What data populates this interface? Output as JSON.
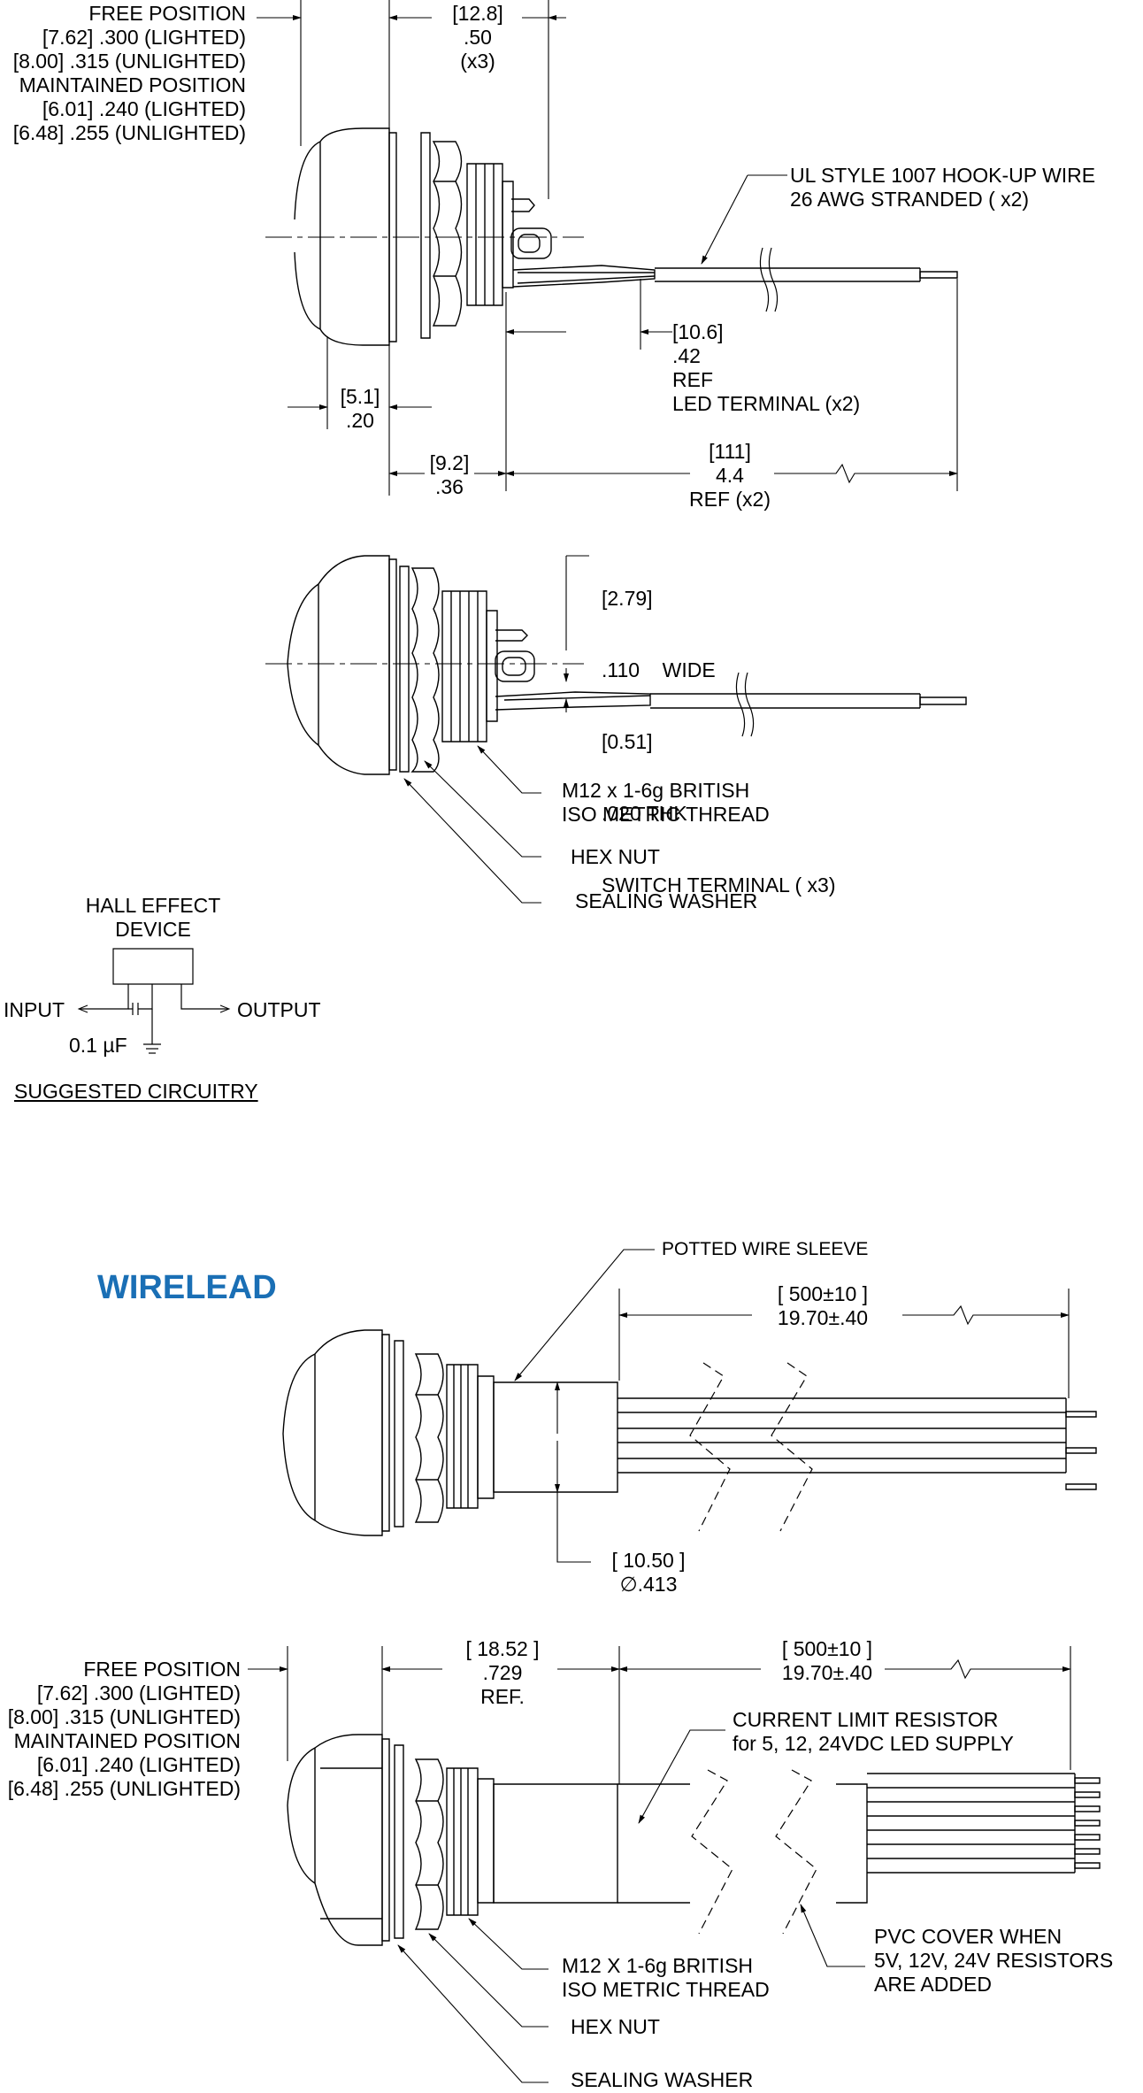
{
  "view1": {
    "free_position": [
      "FREE POSITION",
      "[7.62] .300 (LIGHTED)",
      "[8.00] .315 (UNLIGHTED)",
      "MAINTAINED POSITION",
      "[6.01] .240 (LIGHTED)",
      "[6.48] .255 (UNLIGHTED)"
    ],
    "dim_12_8": [
      "[12.8]",
      ".50",
      "(x3)"
    ],
    "hookup_wire": [
      "UL STYLE 1007 HOOK-UP WIRE",
      "26 AWG STRANDED ( x2)"
    ],
    "dim_10_6": [
      "[10.6]",
      ".42",
      "REF",
      "LED TERMINAL (x2)"
    ],
    "dim_5_1": [
      "[5.1]",
      ".20"
    ],
    "dim_9_2": [
      "[9.2]",
      ".36"
    ],
    "dim_111": [
      "[111]",
      "4.4",
      "REF (x2)"
    ]
  },
  "view2": {
    "switch_terminal": [
      "[2.79]",
      ".110    WIDE",
      "[0.51]",
      ".020 THK",
      "SWITCH TERMINAL ( x3)"
    ],
    "thread": [
      "M12 x 1-6g BRITISH",
      "ISO METRIC THREAD"
    ],
    "hex_nut": "HEX NUT",
    "sealing_washer": "SEALING WASHER"
  },
  "circuit": {
    "device": [
      "HALL EFFECT",
      "DEVICE"
    ],
    "input": "INPUT",
    "output": "OUTPUT",
    "cap": "0.1 µF",
    "caption": "SUGGESTED CIRCUITRY"
  },
  "wirelead": {
    "title": "WIRELEAD",
    "color": "#1a6fb5",
    "potted": "POTTED WIRE SLEEVE",
    "dim_500": [
      "[ 500±10 ]",
      "19.70±.40"
    ],
    "dim_10_50": [
      "[ 10.50 ]",
      "∅.413"
    ]
  },
  "view4": {
    "free_position": [
      "FREE POSITION",
      "[7.62] .300 (LIGHTED)",
      "[8.00] .315 (UNLIGHTED)",
      "MAINTAINED POSITION",
      "[6.01] .240 (LIGHTED)",
      "[6.48] .255 (UNLIGHTED)"
    ],
    "dim_18_52": [
      "[ 18.52 ]",
      ".729",
      "REF."
    ],
    "dim_500": [
      "[ 500±10 ]",
      "19.70±.40"
    ],
    "resistor": [
      "CURRENT LIMIT RESISTOR",
      "for 5, 12, 24VDC LED SUPPLY"
    ],
    "pvc": [
      "PVC COVER WHEN",
      "5V, 12V, 24V RESISTORS",
      "ARE ADDED"
    ],
    "thread": [
      "M12 X 1-6g BRITISH",
      "ISO METRIC THREAD"
    ],
    "hex_nut": "HEX NUT",
    "sealing_washer": "SEALING WASHER"
  }
}
